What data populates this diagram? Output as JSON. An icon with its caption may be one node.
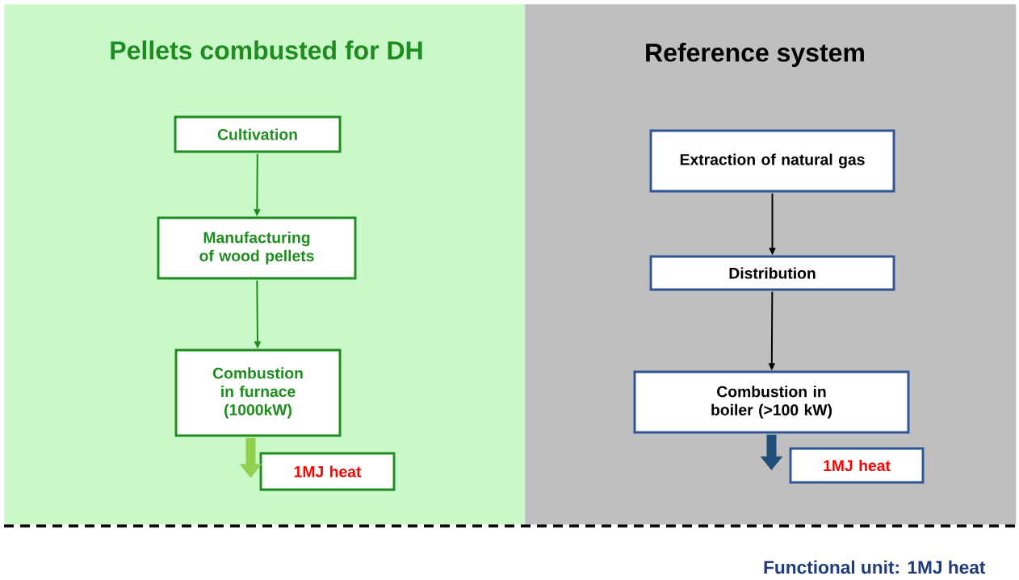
{
  "diagram": {
    "nodes": [
      {
        "text": [
          "Pellets combusted for DH"
        ]
      },
      {
        "text": [
          "Cultivation"
        ],
        "in": 0
      },
      {
        "text": [
          "Manufacturing of wood pellets"
        ],
        "in": 0
      },
      {
        "text": [
          "Combustion in furnace (1000kW)"
        ],
        "in": 0
      },
      {
        "text": [
          "1MJ heat"
        ],
        "in": 0
      },
      {
        "text": [
          "Reference system"
        ]
      },
      {
        "text": [
          "Extraction of natural gas"
        ],
        "in": 5
      },
      {
        "text": [
          "Distribution"
        ],
        "in": 5
      },
      {
        "text": [
          "Combustion in boiler (>100 kW)"
        ],
        "in": 5
      },
      {
        "text": [
          "1MJ heat"
        ],
        "in": 5
      }
    ],
    "edges": [
      {
        "from": 1,
        "to": 2,
        "arrow": "to",
        "color": "#1e8c1e"
      },
      {
        "from": 2,
        "to": 3,
        "arrow": "to",
        "color": "#1e8c1e"
      },
      {
        "from": 3,
        "to": 4,
        "arrow": "to",
        "style": "thick",
        "color": "#92d050"
      },
      {
        "from": 6,
        "to": 7,
        "arrow": "to",
        "color": "#000000"
      },
      {
        "from": 7,
        "to": 8,
        "arrow": "to",
        "color": "#000000"
      },
      {
        "from": 8,
        "to": 9,
        "arrow": "to",
        "style": "thick",
        "color": "#1f4e79"
      }
    ],
    "labels": [
      "Functional unit: 1MJ heat"
    ]
  }
}
